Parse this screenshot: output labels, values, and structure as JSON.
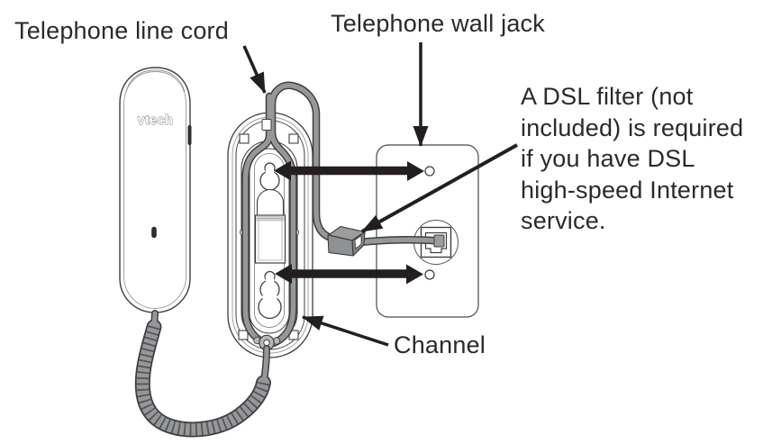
{
  "labels": {
    "line_cord": "Telephone line cord",
    "wall_jack": "Telephone wall jack",
    "dsl_note": "A DSL filter (not\nincluded) is required\nif you have DSL\nhigh-speed Internet\nservice.",
    "channel": "Channel"
  },
  "handset": {
    "brand": "vtech"
  },
  "colors": {
    "background": "#ffffff",
    "text": "#2b2a29",
    "outline": "#3f3f3f",
    "cord_fill": "#95979a",
    "arrow": "#231f20"
  }
}
